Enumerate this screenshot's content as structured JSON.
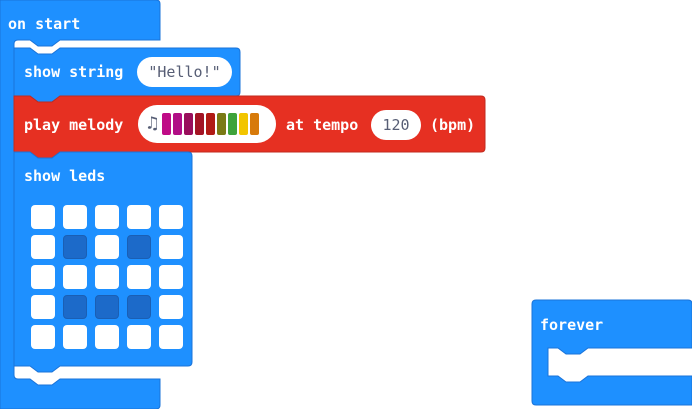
{
  "colors": {
    "basic_block": "#1E90FF",
    "basic_block_dark": "#1a73d9",
    "music_block": "#E63022",
    "music_block_dark": "#c22a1d",
    "led_on": "#1c6ac9",
    "led_off": "#ffffff",
    "input_text": "#575E75"
  },
  "on_start": {
    "label": "on start"
  },
  "show_string": {
    "label": "show string",
    "value": "\"Hello!\""
  },
  "play_melody": {
    "label": "play melody",
    "tempo_label": "at tempo",
    "tempo_value": "120",
    "unit": "(bpm)",
    "melody_icon": "music-note-icon",
    "melody_colors": [
      "#bf0b86",
      "#b10e86",
      "#990f5c",
      "#a31424",
      "#b11b15",
      "#7a7a15",
      "#3ea33b",
      "#f2c500",
      "#d77a0a"
    ]
  },
  "show_leds": {
    "label": "show leds",
    "grid": [
      [
        0,
        0,
        0,
        0,
        0
      ],
      [
        0,
        1,
        0,
        1,
        0
      ],
      [
        0,
        0,
        0,
        0,
        0
      ],
      [
        0,
        1,
        1,
        1,
        0
      ],
      [
        0,
        0,
        0,
        0,
        0
      ]
    ]
  },
  "forever": {
    "label": "forever"
  }
}
